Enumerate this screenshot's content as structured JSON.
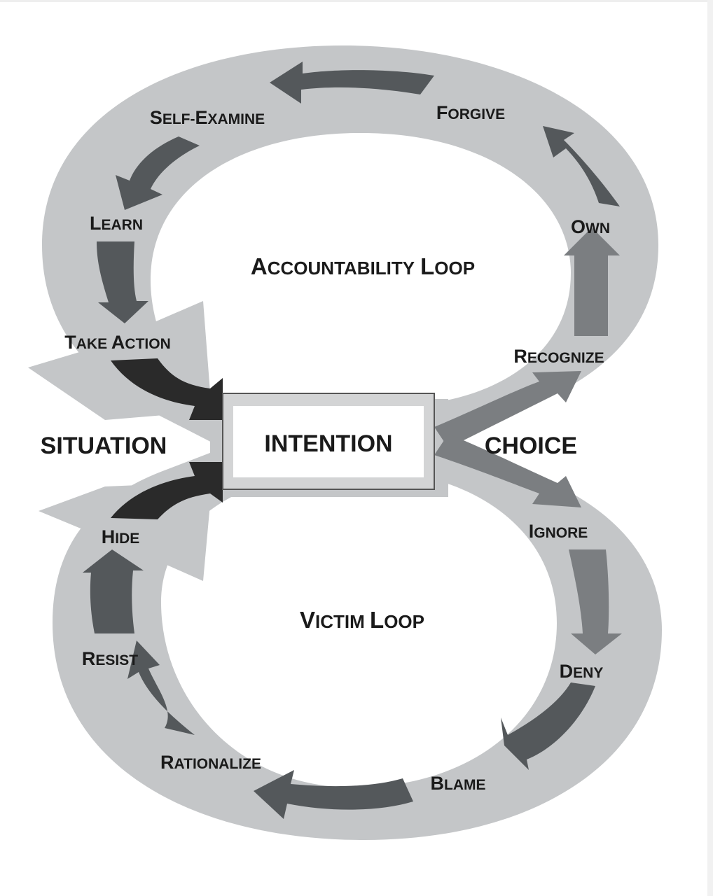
{
  "diagram": {
    "title": "Accountability vs Victim Loop",
    "center": {
      "label": "INTENTION"
    },
    "left_label": "SITUATION",
    "right_label": "CHOICE",
    "accountability_loop": {
      "title": {
        "first": "A",
        "rest": "CCOUNTABILITY",
        "first2": "L",
        "rest2": "OOP"
      },
      "steps": [
        {
          "first": "R",
          "rest": "ECOGNIZE"
        },
        {
          "first": "O",
          "rest": "WN"
        },
        {
          "first": "F",
          "rest": "ORGIVE"
        },
        {
          "first": "S",
          "rest": "ELF-",
          "first2": "E",
          "rest2": "XAMINE"
        },
        {
          "first": "L",
          "rest": "EARN"
        },
        {
          "first": "T",
          "rest": "AKE ",
          "first2": "A",
          "rest2": "CTION"
        }
      ]
    },
    "victim_loop": {
      "title": {
        "first": "V",
        "rest": "ICTIM ",
        "first2": "L",
        "rest2": "OOP"
      },
      "steps": [
        {
          "first": "I",
          "rest": "GNORE"
        },
        {
          "first": "D",
          "rest": "ENY"
        },
        {
          "first": "B",
          "rest": "LAME"
        },
        {
          "first": "R",
          "rest": "ATIONALIZE"
        },
        {
          "first": "R",
          "rest": "ESIST"
        },
        {
          "first": "H",
          "rest": "IDE"
        }
      ]
    },
    "colors": {
      "band": "#c4c6c8",
      "arrow_dark": "#54585b",
      "arrow_mid": "#7b7e81",
      "arrow_black": "#2a2a2a",
      "box_border": "#555555",
      "box_frame": "#d3d4d5"
    }
  }
}
